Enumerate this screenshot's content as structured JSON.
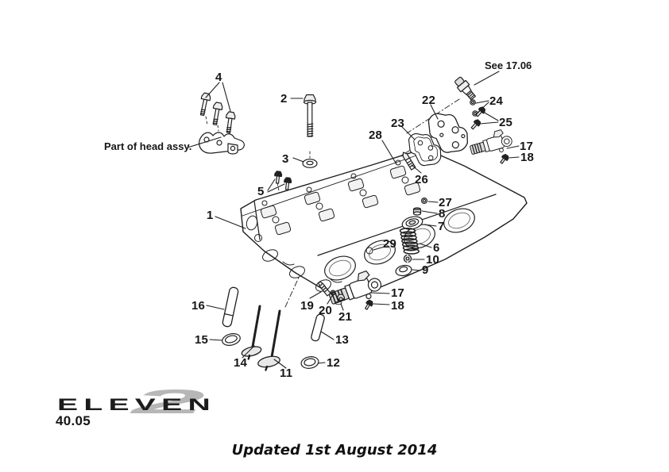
{
  "page": {
    "logo_text": "ELEVEN",
    "logo_numeral": "2",
    "page_number": "40.05",
    "footer_note": "Updated 1st August 2014"
  },
  "annotations": {
    "see_ref": "See 17.06",
    "head_assy": "Part of head assy."
  },
  "callouts": {
    "c1": "1",
    "c2": "2",
    "c3": "3",
    "c4": "4",
    "c5": "5",
    "c6": "6",
    "c7": "7",
    "c8": "8",
    "c9": "9",
    "c10": "10",
    "c11": "11",
    "c12": "12",
    "c13": "13",
    "c14": "14",
    "c15": "15",
    "c16": "16",
    "c17a": "17",
    "c17b": "17",
    "c18a": "18",
    "c18b": "18",
    "c19": "19",
    "c20": "20",
    "c21": "21",
    "c22": "22",
    "c23": "23",
    "c24": "24",
    "c25": "25",
    "c26": "26",
    "c27": "27",
    "c28": "28",
    "c29": "29"
  },
  "colors": {
    "ink": "#1f1f1f",
    "shade": "#dcdcdc",
    "logo_gray": "#b7b7b7"
  }
}
